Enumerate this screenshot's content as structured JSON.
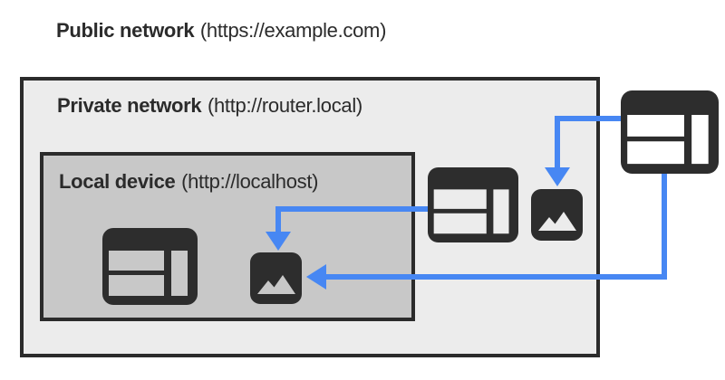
{
  "public_network": {
    "name": "Public network",
    "url": "(https://example.com)"
  },
  "private_network": {
    "name": "Private network",
    "url": "(http://router.local)"
  },
  "local_device": {
    "name": "Local device",
    "url": "(http://localhost)"
  },
  "colors": {
    "page_bg": "#ffffff",
    "private_bg": "#ececec",
    "local_bg": "#c8c8c8",
    "border_dark": "#2b2b2b",
    "icon_dark": "#2d2d2d",
    "text_dark": "#2b2b2b",
    "arrow_blue": "#4787f3"
  },
  "nodes": [
    {
      "id": "public-browser",
      "type": "browser-window-icon",
      "zone": "Public network"
    },
    {
      "id": "private-browser",
      "type": "browser-window-icon",
      "zone": "Private network"
    },
    {
      "id": "private-image",
      "type": "image-resource-icon",
      "zone": "Private network"
    },
    {
      "id": "local-browser",
      "type": "browser-window-icon",
      "zone": "Local device"
    },
    {
      "id": "local-image",
      "type": "image-resource-icon",
      "zone": "Local device"
    }
  ],
  "arrows": [
    {
      "from": "private-browser",
      "to": "local-image"
    },
    {
      "from": "public-browser",
      "to": "private-image"
    },
    {
      "from": "public-browser",
      "to": "local-image"
    }
  ]
}
